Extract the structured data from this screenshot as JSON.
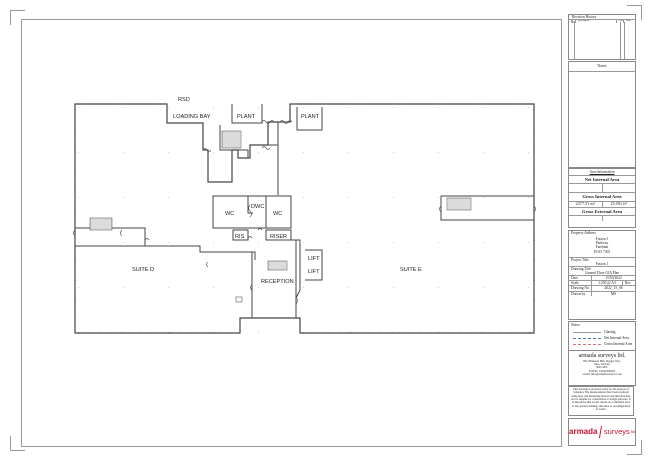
{
  "sheet": {
    "title": "Ground Floor GIA Plan"
  },
  "plan": {
    "labels": {
      "rsd": "RSD",
      "loading_bay": "LOADING BAY",
      "plant_1": "PLANT",
      "plant_2": "PLANT",
      "wc_1": "WC",
      "dwc": "DWC",
      "wc_2": "WC",
      "ris": "RIS",
      "riser": "RISER",
      "lift_1": "LIFT",
      "lift_2": "LIFT",
      "reception": "RECEPTION",
      "suite_d": "SUITE D",
      "suite_e": "SUITE E"
    }
  },
  "title_block": {
    "revision_history": {
      "title": "Revision History",
      "columns": [
        "Rev",
        "Description",
        "Init",
        "Date"
      ]
    },
    "notes": {
      "title": "Notes"
    },
    "area_information": {
      "title": "Area Information",
      "net_internal_area_label": "Net Internal Area",
      "net_internal_area_value": "",
      "gross_internal_area_label": "Gross Internal Area",
      "gross_internal_area_m2": "2377.51 m²",
      "gross_internal_area_ft2": "25,591 ft²",
      "gross_external_area_label": "Gross External Area",
      "gross_external_area_value": ""
    },
    "property_address": {
      "label": "Property Address",
      "lines": [
        "Fusion 1",
        "Parkway",
        "Fareham",
        "PO15 7AD"
      ]
    },
    "project_title": {
      "label": "Project Title",
      "value": "Fusion 1"
    },
    "drawing_title": {
      "label": "Drawing Title",
      "value": "Ground Floor GIA Plan"
    },
    "details": {
      "date_label": "Date",
      "date_value": "15/03/2022",
      "scale_label": "Scale",
      "scale_value": "1:250 @ A3",
      "rev_label": "Rev",
      "drawing_no_label": "Drawing No.",
      "drawing_no_value": "2022_15_06",
      "drawn_by_label": "Drawn by",
      "drawn_by_value": "MS"
    },
    "legend": {
      "title": "Notes:",
      "items": [
        "Glazing",
        "Net Internal Area",
        "Gross Internal Area"
      ]
    },
    "company": {
      "name": "armada surveys ltd.",
      "address_lines": [
        "Hilo Business Hub, Dogger Way,",
        "Diss, Norfolk",
        "IP22 4EX",
        "Tel/Fax: 01449 836022",
        "e-mail: info@armadasurveys.co.uk"
      ]
    },
    "disclaimer": "This drawing is prepared solely for the purpose of valuation. The measurements have been produced using laser and measuring devices and therefore may not be suitable for construction or design purposes. It is imperative that on site checks are completed prior to any spatial planning, alteration or reconfiguration of works.",
    "logo": {
      "left": "armada",
      "right": "surveys",
      "suffix": "ltd",
      "color_left": "#c8102e",
      "color_right": "#c8102e"
    }
  }
}
